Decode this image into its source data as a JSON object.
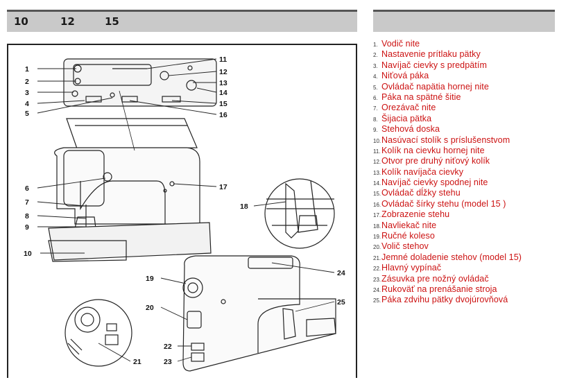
{
  "header": {
    "models": [
      "10",
      "12",
      "15"
    ]
  },
  "colors": {
    "part_text": "#cc1111",
    "header_bar": "#c9c9c9"
  },
  "diagram": {
    "callouts": [
      "1",
      "2",
      "3",
      "4",
      "5",
      "6",
      "7",
      "8",
      "9",
      "10",
      "11",
      "12",
      "13",
      "14",
      "15",
      "16",
      "17",
      "18",
      "19",
      "20",
      "21",
      "22",
      "23",
      "24",
      "25"
    ]
  },
  "parts": [
    {
      "num": "1.",
      "text": "Vodič nite"
    },
    {
      "num": "2.",
      "text": "Nastavenie prítlaku pätky"
    },
    {
      "num": "3.",
      "text": "Navíjač cievky s predpätím"
    },
    {
      "num": "4.",
      "text": "Niťová páka"
    },
    {
      "num": "5.",
      "text": "Ovládač napätia hornej nite"
    },
    {
      "num": "6.",
      "text": "Páka na spätné šitie"
    },
    {
      "num": "7.",
      "text": "Orezávač nite"
    },
    {
      "num": "8.",
      "text": "Šijacia pätka"
    },
    {
      "num": "9.",
      "text": "Stehová doska"
    },
    {
      "num": "10.",
      "text": "Nasúvací stolík s príslušenstvom"
    },
    {
      "num": "11.",
      "text": "Kolík na cievku hornej nite"
    },
    {
      "num": "12.",
      "text": "Otvor pre druhý niťový kolík"
    },
    {
      "num": "13.",
      "text": "Kolík navíjača cievky"
    },
    {
      "num": "14.",
      "text": "Navíjač cievky spodnej nite"
    },
    {
      "num": "15.",
      "text": "Ovládač dĺžky stehu"
    },
    {
      "num": "16.",
      "text": "Ovládač šírky stehu (model 15 )"
    },
    {
      "num": "17.",
      "text": "Zobrazenie stehu"
    },
    {
      "num": "18.",
      "text": "Navliekač nite"
    },
    {
      "num": "19.",
      "text": "Ručné koleso"
    },
    {
      "num": "20.",
      "text": "Volič stehov"
    },
    {
      "num": "21.",
      "text": "Jemné doladenie stehov (model 15)"
    },
    {
      "num": "22.",
      "text": "Hlavný vypínač"
    },
    {
      "num": "23.",
      "text": "Zásuvka pre nožný ovládač"
    },
    {
      "num": "24.",
      "text": "Rukoväť na prenášanie stroja"
    },
    {
      "num": "25.",
      "text": "Páka zdvihu pätky dvojúrovňová"
    }
  ]
}
